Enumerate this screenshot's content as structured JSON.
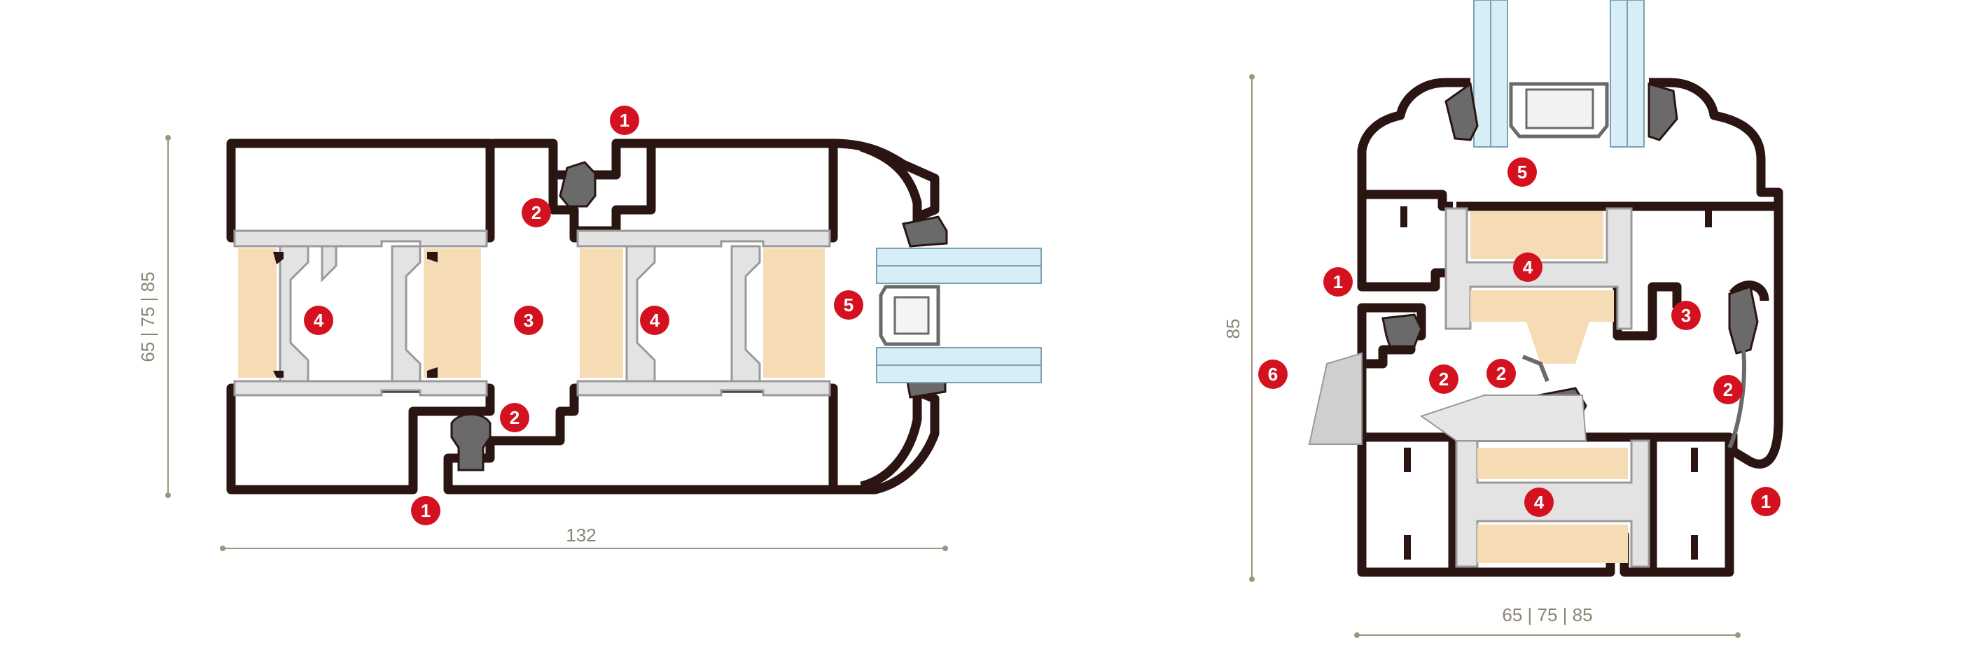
{
  "colors": {
    "frame": "#2a1512",
    "dimension": "#9c9680",
    "callout": "#d3111f",
    "callout_text": "#ffffff",
    "wood": "#f6dcb4",
    "insulator": "#e3e3e3",
    "insulator_stroke": "#9a9a9a",
    "gasket": "#6a6a6a",
    "glass": "#d8eef6",
    "glass_stroke": "#7aa2b4",
    "handle": "#cfcfcf"
  },
  "left_diagram": {
    "height_dimension": "65 | 75 | 85",
    "width_dimension": "132",
    "callouts": [
      {
        "number": "1",
        "part": "frame-top"
      },
      {
        "number": "2",
        "part": "gasket-top"
      },
      {
        "number": "3",
        "part": "chamber"
      },
      {
        "number": "4",
        "part": "wood-insert-left"
      },
      {
        "number": "4",
        "part": "wood-insert-right"
      },
      {
        "number": "5",
        "part": "glazing"
      },
      {
        "number": "2",
        "part": "gasket-bottom"
      },
      {
        "number": "1",
        "part": "frame-bottom"
      }
    ]
  },
  "right_diagram": {
    "height_dimension": "85",
    "width_dimension": "65 | 75 | 85",
    "callouts": [
      {
        "number": "5",
        "part": "glazing"
      },
      {
        "number": "1",
        "part": "frame-left"
      },
      {
        "number": "4",
        "part": "wood-insert-top"
      },
      {
        "number": "3",
        "part": "chamber"
      },
      {
        "number": "6",
        "part": "handle"
      },
      {
        "number": "2",
        "part": "gasket-left"
      },
      {
        "number": "2",
        "part": "gasket-center"
      },
      {
        "number": "2",
        "part": "gasket-right"
      },
      {
        "number": "4",
        "part": "wood-insert-bottom"
      },
      {
        "number": "1",
        "part": "frame-right"
      }
    ]
  }
}
